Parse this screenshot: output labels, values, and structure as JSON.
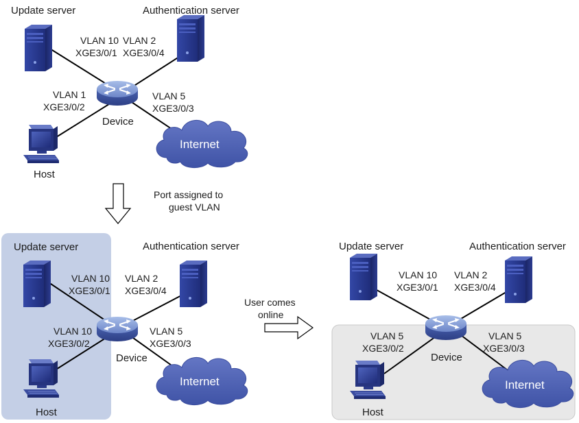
{
  "top": {
    "update_server": "Update server",
    "auth_server": "Authentication server",
    "host": "Host",
    "device": "Device",
    "internet": "Internet",
    "p1_vlan": "VLAN 10",
    "p1_port": "XGE3/0/1",
    "p4_vlan": "VLAN 2",
    "p4_port": "XGE3/0/4",
    "p2_vlan": "VLAN 1",
    "p2_port": "XGE3/0/2",
    "p3_vlan": "VLAN 5",
    "p3_port": "XGE3/0/3"
  },
  "transition1": {
    "line1": "Port assigned to",
    "line2": "guest VLAN"
  },
  "left": {
    "update_server": "Update server",
    "auth_server": "Authentication server",
    "host": "Host",
    "device": "Device",
    "internet": "Internet",
    "p1_vlan": "VLAN 10",
    "p1_port": "XGE3/0/1",
    "p4_vlan": "VLAN 2",
    "p4_port": "XGE3/0/4",
    "p2_vlan": "VLAN 10",
    "p2_port": "XGE3/0/2",
    "p3_vlan": "VLAN 5",
    "p3_port": "XGE3/0/3"
  },
  "transition2": {
    "line1": "User comes",
    "line2": "online"
  },
  "right": {
    "update_server": "Update server",
    "auth_server": "Authentication server",
    "host": "Host",
    "device": "Device",
    "internet": "Internet",
    "p1_vlan": "VLAN 10",
    "p1_port": "XGE3/0/1",
    "p4_vlan": "VLAN 2",
    "p4_port": "XGE3/0/4",
    "p2_vlan": "VLAN 5",
    "p2_port": "XGE3/0/2",
    "p3_vlan": "VLAN 5",
    "p3_port": "XGE3/0/3"
  },
  "colors": {
    "guest_zone": "#c4cfe6",
    "online_zone": "#e8e8e8",
    "cloud": "#4a5fb0",
    "server": "#2a3a8c",
    "link": "#000000"
  }
}
